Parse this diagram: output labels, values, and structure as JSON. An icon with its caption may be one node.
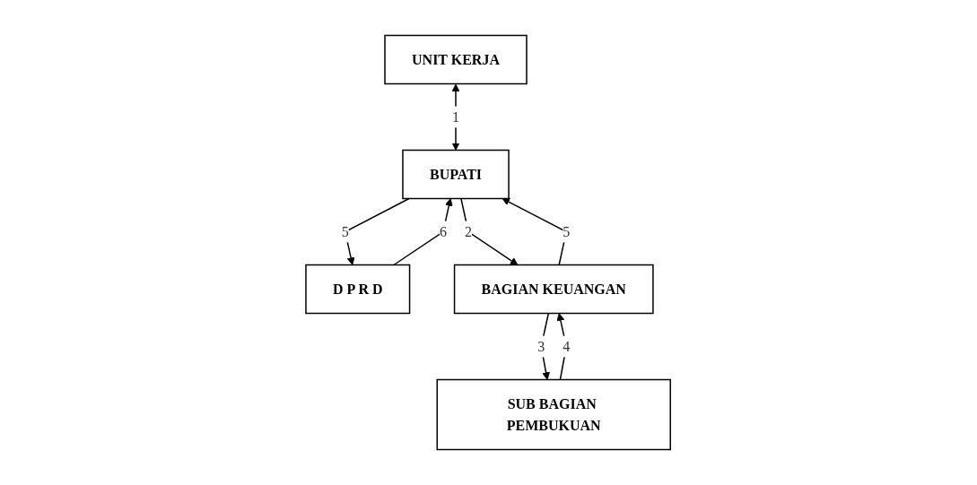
{
  "diagram": {
    "nodes": [
      {
        "text": [
          "BUPATI"
        ]
      },
      {
        "text": [
          "D P R D"
        ]
      },
      {
        "text": [
          "SUB BAGIAN PEMBUKUAN"
        ]
      },
      {
        "text": [
          "BAGIAN KEUANGAN"
        ]
      },
      {
        "text": [
          "UNIT KERJA"
        ]
      }
    ],
    "edges": [
      {
        "from": 4,
        "to": 0,
        "arrow": "both",
        "label": "1"
      },
      {
        "from": 0,
        "to": 1,
        "arrow": "to",
        "label": "5"
      },
      {
        "from": 1,
        "to": 0,
        "arrow": "to",
        "label": "6"
      },
      {
        "from": 0,
        "to": 3,
        "arrow": "to",
        "label": "2"
      },
      {
        "from": 3,
        "to": 0,
        "arrow": "to",
        "label": "5"
      },
      {
        "from": 3,
        "to": 2,
        "arrow": "to",
        "label": "3"
      },
      {
        "from": 2,
        "to": 3,
        "arrow": "to",
        "label": "4"
      }
    ]
  }
}
